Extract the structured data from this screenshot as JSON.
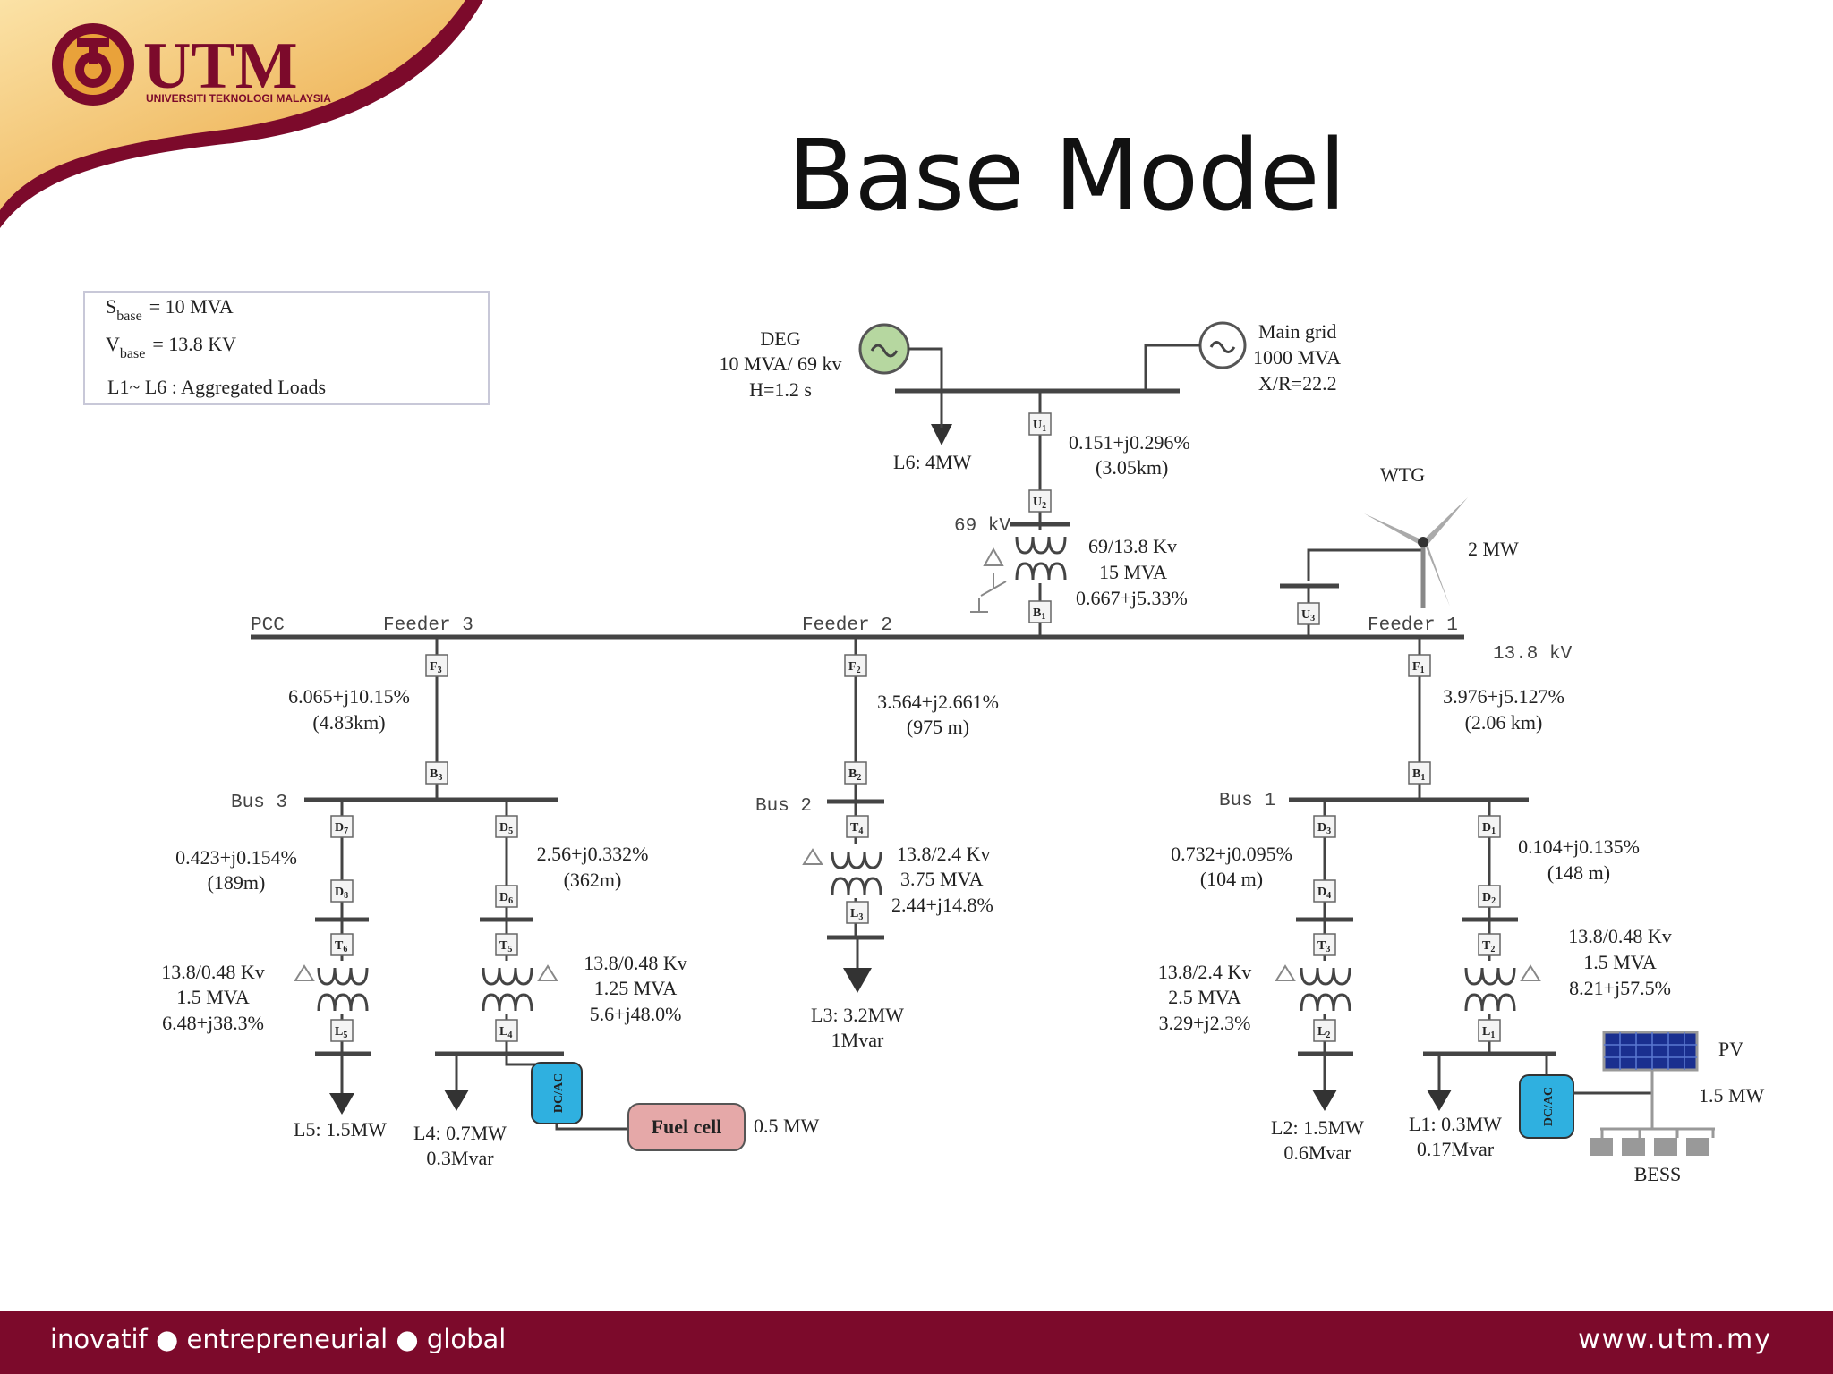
{
  "title": "Base Model",
  "logo": {
    "brand": "UTM",
    "subtitle": "UNIVERSITI TEKNOLOGI MALAYSIA",
    "colors": {
      "maroon": "#7c0a2b",
      "gold": "#e8a63a"
    }
  },
  "footer": {
    "slogan": "inovatif ● entrepreneurial ● global",
    "website": "www.utm.my"
  },
  "legend": {
    "sbase_label": "S",
    "sbase_sub": "base",
    "sbase_value": "= 10      MVA",
    "vbase_label": "V",
    "vbase_sub": "base",
    "vbase_value": "= 13.8   KV",
    "loads": "L1~ L6 : Aggregated Loads"
  },
  "top": {
    "deg_name": "DEG",
    "deg_rating": "10 MVA/ 69 kv",
    "deg_inertia": "H=1.2 s",
    "grid_name": "Main grid",
    "grid_rating": "1000 MVA",
    "grid_xr": "X/R=22.2",
    "l6": "L6: 4MW",
    "line_imp": "0.151+j0.296%",
    "line_len": "(3.05km)",
    "kv69": "69 kV",
    "tx_ratio": "69/13.8 Kv",
    "tx_mva": "15 MVA",
    "tx_imp": "0.667+j5.33%",
    "wtg": "WTG",
    "wtg_power": "2 MW"
  },
  "main_bus": {
    "pcc": "PCC",
    "feeder3": "Feeder 3",
    "feeder2": "Feeder 2",
    "feeder1": "Feeder 1",
    "kv": "13.8 kV"
  },
  "boxes": {
    "U1": "U1",
    "U2": "U2",
    "U3": "U3",
    "B1": "B1",
    "B2": "B2",
    "B3": "B3",
    "F1": "F1",
    "F2": "F2",
    "F3": "F3",
    "D1": "D1",
    "D2": "D2",
    "D3": "D3",
    "D4": "D4",
    "D5": "D5",
    "D6": "D6",
    "D7": "D7",
    "D8": "D8",
    "T2": "T2",
    "T3": "T3",
    "T4": "T4",
    "T5": "T5",
    "T6": "T6",
    "L1": "L1",
    "L2": "L2",
    "L3": "L3",
    "L4": "L4",
    "L5": "L5"
  },
  "feeder3": {
    "line_imp": "6.065+j10.15%",
    "line_len": "(4.83km)",
    "bus": "Bus 3",
    "left_imp": "0.423+j0.154%",
    "left_len": "(189m)",
    "right_imp": "2.56+j0.332%",
    "right_len": "(362m)",
    "tx6_ratio": "13.8/0.48 Kv",
    "tx6_mva": "1.5 MVA",
    "tx6_imp": "6.48+j38.3%",
    "tx5_ratio": "13.8/0.48 Kv",
    "tx5_mva": "1.25 MVA",
    "tx5_imp": "5.6+j48.0%",
    "l5": "L5: 1.5MW",
    "l4_p": "L4: 0.7MW",
    "l4_q": "0.3Mvar",
    "inverter": "DC/AC",
    "fuel_cell": "Fuel cell",
    "fuel_power": "0.5 MW"
  },
  "feeder2": {
    "line_imp": "3.564+j2.661%",
    "line_len": "(975 m)",
    "bus": "Bus 2",
    "tx_ratio": "13.8/2.4 Kv",
    "tx_mva": "3.75 MVA",
    "tx_imp": "2.44+j14.8%",
    "l3_p": "L3: 3.2MW",
    "l3_q": "1Mvar"
  },
  "feeder1": {
    "line_imp": "3.976+j5.127%",
    "line_len": "(2.06 km)",
    "bus": "Bus 1",
    "left_imp": "0.732+j0.095%",
    "left_len": "(104 m)",
    "right_imp": "0.104+j0.135%",
    "right_len": "(148 m)",
    "tx3_ratio": "13.8/2.4 Kv",
    "tx3_mva": "2.5 MVA",
    "tx3_imp": "3.29+j2.3%",
    "tx2_ratio": "13.8/0.48 Kv",
    "tx2_mva": "1.5 MVA",
    "tx2_imp": "8.21+j57.5%",
    "l2_p": "L2: 1.5MW",
    "l2_q": "0.6Mvar",
    "l1_p": "L1: 0.3MW",
    "l1_q": "0.17Mvar",
    "inverter": "DC/AC",
    "pv": "PV",
    "pv_power": "1.5 MW",
    "bess": "BESS"
  }
}
